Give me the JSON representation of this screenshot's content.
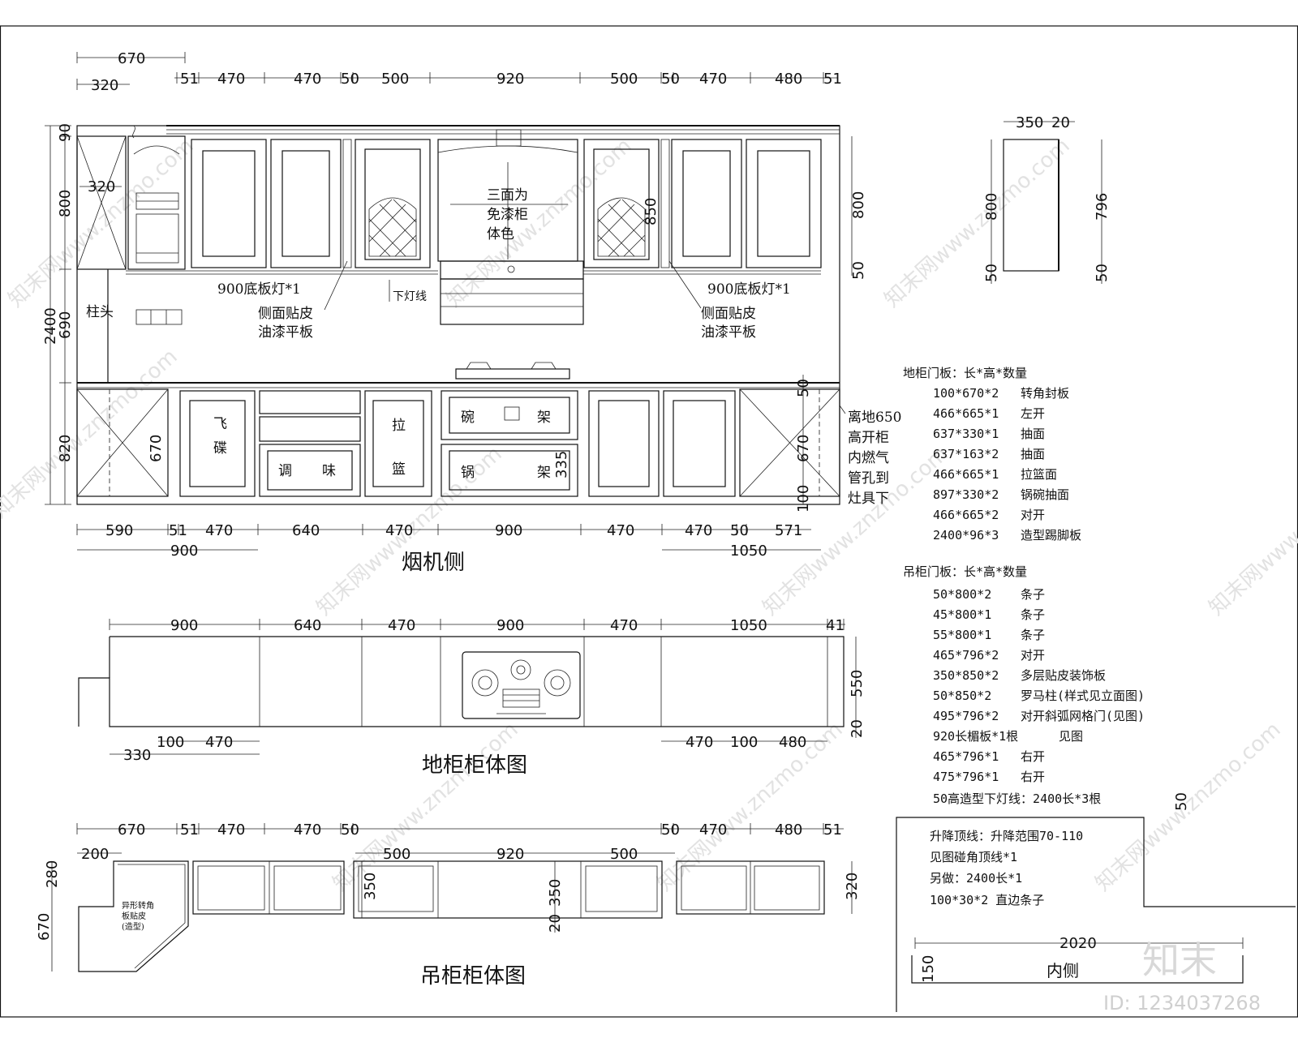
{
  "titles": {
    "hood_side": "烟机侧",
    "base_body": "地柜柜体图",
    "wall_body": "吊柜柜体图"
  },
  "elevation": {
    "top_dims_a": [
      "670",
      "320"
    ],
    "top_dims_b": [
      "51",
      "470",
      "470",
      "50",
      "500",
      "920",
      "500",
      "50",
      "470",
      "480",
      "51"
    ],
    "left_dims": [
      "90",
      "800",
      "2400",
      "690",
      "820"
    ],
    "inner_dims": [
      "320",
      "670",
      "850",
      "335",
      "670",
      "100",
      "50"
    ],
    "right_dims": [
      "800",
      "50"
    ],
    "bottom_dims": [
      "590",
      "51",
      "470",
      "640",
      "470",
      "900",
      "470",
      "470",
      "50",
      "571"
    ],
    "bottom_dims_b": [
      "900",
      "1050"
    ],
    "column_label": "柱头",
    "paint_note": [
      "三面为",
      "免漆柜",
      "体色"
    ],
    "light_left": "900底板灯*1",
    "light_right": "900底板灯*1",
    "side_note_left": [
      "侧面贴皮",
      "油漆平板"
    ],
    "side_note_right": [
      "侧面贴皮",
      "油漆平板"
    ],
    "down_light": "下灯线",
    "gas_note": [
      "离地650",
      "高开柜",
      "内燃气",
      "管孔到",
      "灶具下"
    ],
    "door_chars": {
      "a1": "飞",
      "a2": "碟",
      "b1": "调",
      "b2": "味",
      "c1": "拉",
      "c2": "篮",
      "d1": "碗",
      "d2": "架",
      "e1": "锅",
      "e2": "架"
    }
  },
  "side_view": {
    "dims": [
      "350",
      "20",
      "800",
      "50",
      "796",
      "50"
    ]
  },
  "base_plan": {
    "top_dims": [
      "900",
      "640",
      "470",
      "900",
      "470",
      "1050",
      "41"
    ],
    "right_dims": [
      "550",
      "20"
    ],
    "bottom_dims": [
      "330",
      "100",
      "470",
      "470",
      "100",
      "480"
    ]
  },
  "wall_plan": {
    "top_dims": [
      "670",
      "51",
      "470",
      "470",
      "50",
      "50",
      "470",
      "480",
      "51"
    ],
    "mid_dims": [
      "200",
      "500",
      "920",
      "500"
    ],
    "left_dims": [
      "280",
      "670"
    ],
    "inner_dims": [
      "350",
      "20",
      "350"
    ],
    "right_dims": [
      "320"
    ],
    "corner_note": [
      "异形转角",
      "板贴皮",
      "(造型)"
    ]
  },
  "base_doors": {
    "heading": "地柜门板：长*高*数量",
    "items": [
      [
        "100*670*2",
        "转角封板"
      ],
      [
        "466*665*1",
        "左开"
      ],
      [
        "637*330*1",
        "抽面"
      ],
      [
        "637*163*2",
        "抽面"
      ],
      [
        "466*665*1",
        "拉篮面"
      ],
      [
        "897*330*2",
        "锅碗抽面"
      ],
      [
        "466*665*2",
        "对开"
      ],
      [
        "2400*96*3",
        "造型踢脚板"
      ]
    ]
  },
  "wall_doors": {
    "heading": "吊柜门板：长*高*数量",
    "items": [
      [
        "50*800*2",
        "条子"
      ],
      [
        "45*800*1",
        "条子"
      ],
      [
        "55*800*1",
        "条子"
      ],
      [
        "465*796*2",
        "对开"
      ],
      [
        "350*850*2",
        "多层贴皮装饰板"
      ],
      [
        "50*850*2",
        "罗马柱(样式见立面图)"
      ],
      [
        "495*796*2",
        "对开斜弧网格门(见图)"
      ],
      [
        "920长楣板*1根",
        "见图"
      ],
      [
        "465*796*1",
        "右开"
      ],
      [
        "475*796*1",
        "右开"
      ]
    ],
    "last_line": "50高造型下灯线：2400长*3根",
    "last_dim": "50"
  },
  "top_line_box": {
    "lines": [
      "升降顶线：升降范围70-110",
      "见图碰角顶线*1",
      "另做：2400长*1",
      "100*30*2 直边条子"
    ]
  },
  "detail": {
    "width": "2020",
    "height": "150",
    "label": "内侧"
  },
  "watermark": {
    "text": "知末网www.znzmo.com",
    "brand": "知末",
    "id": "ID: 1234037268"
  }
}
